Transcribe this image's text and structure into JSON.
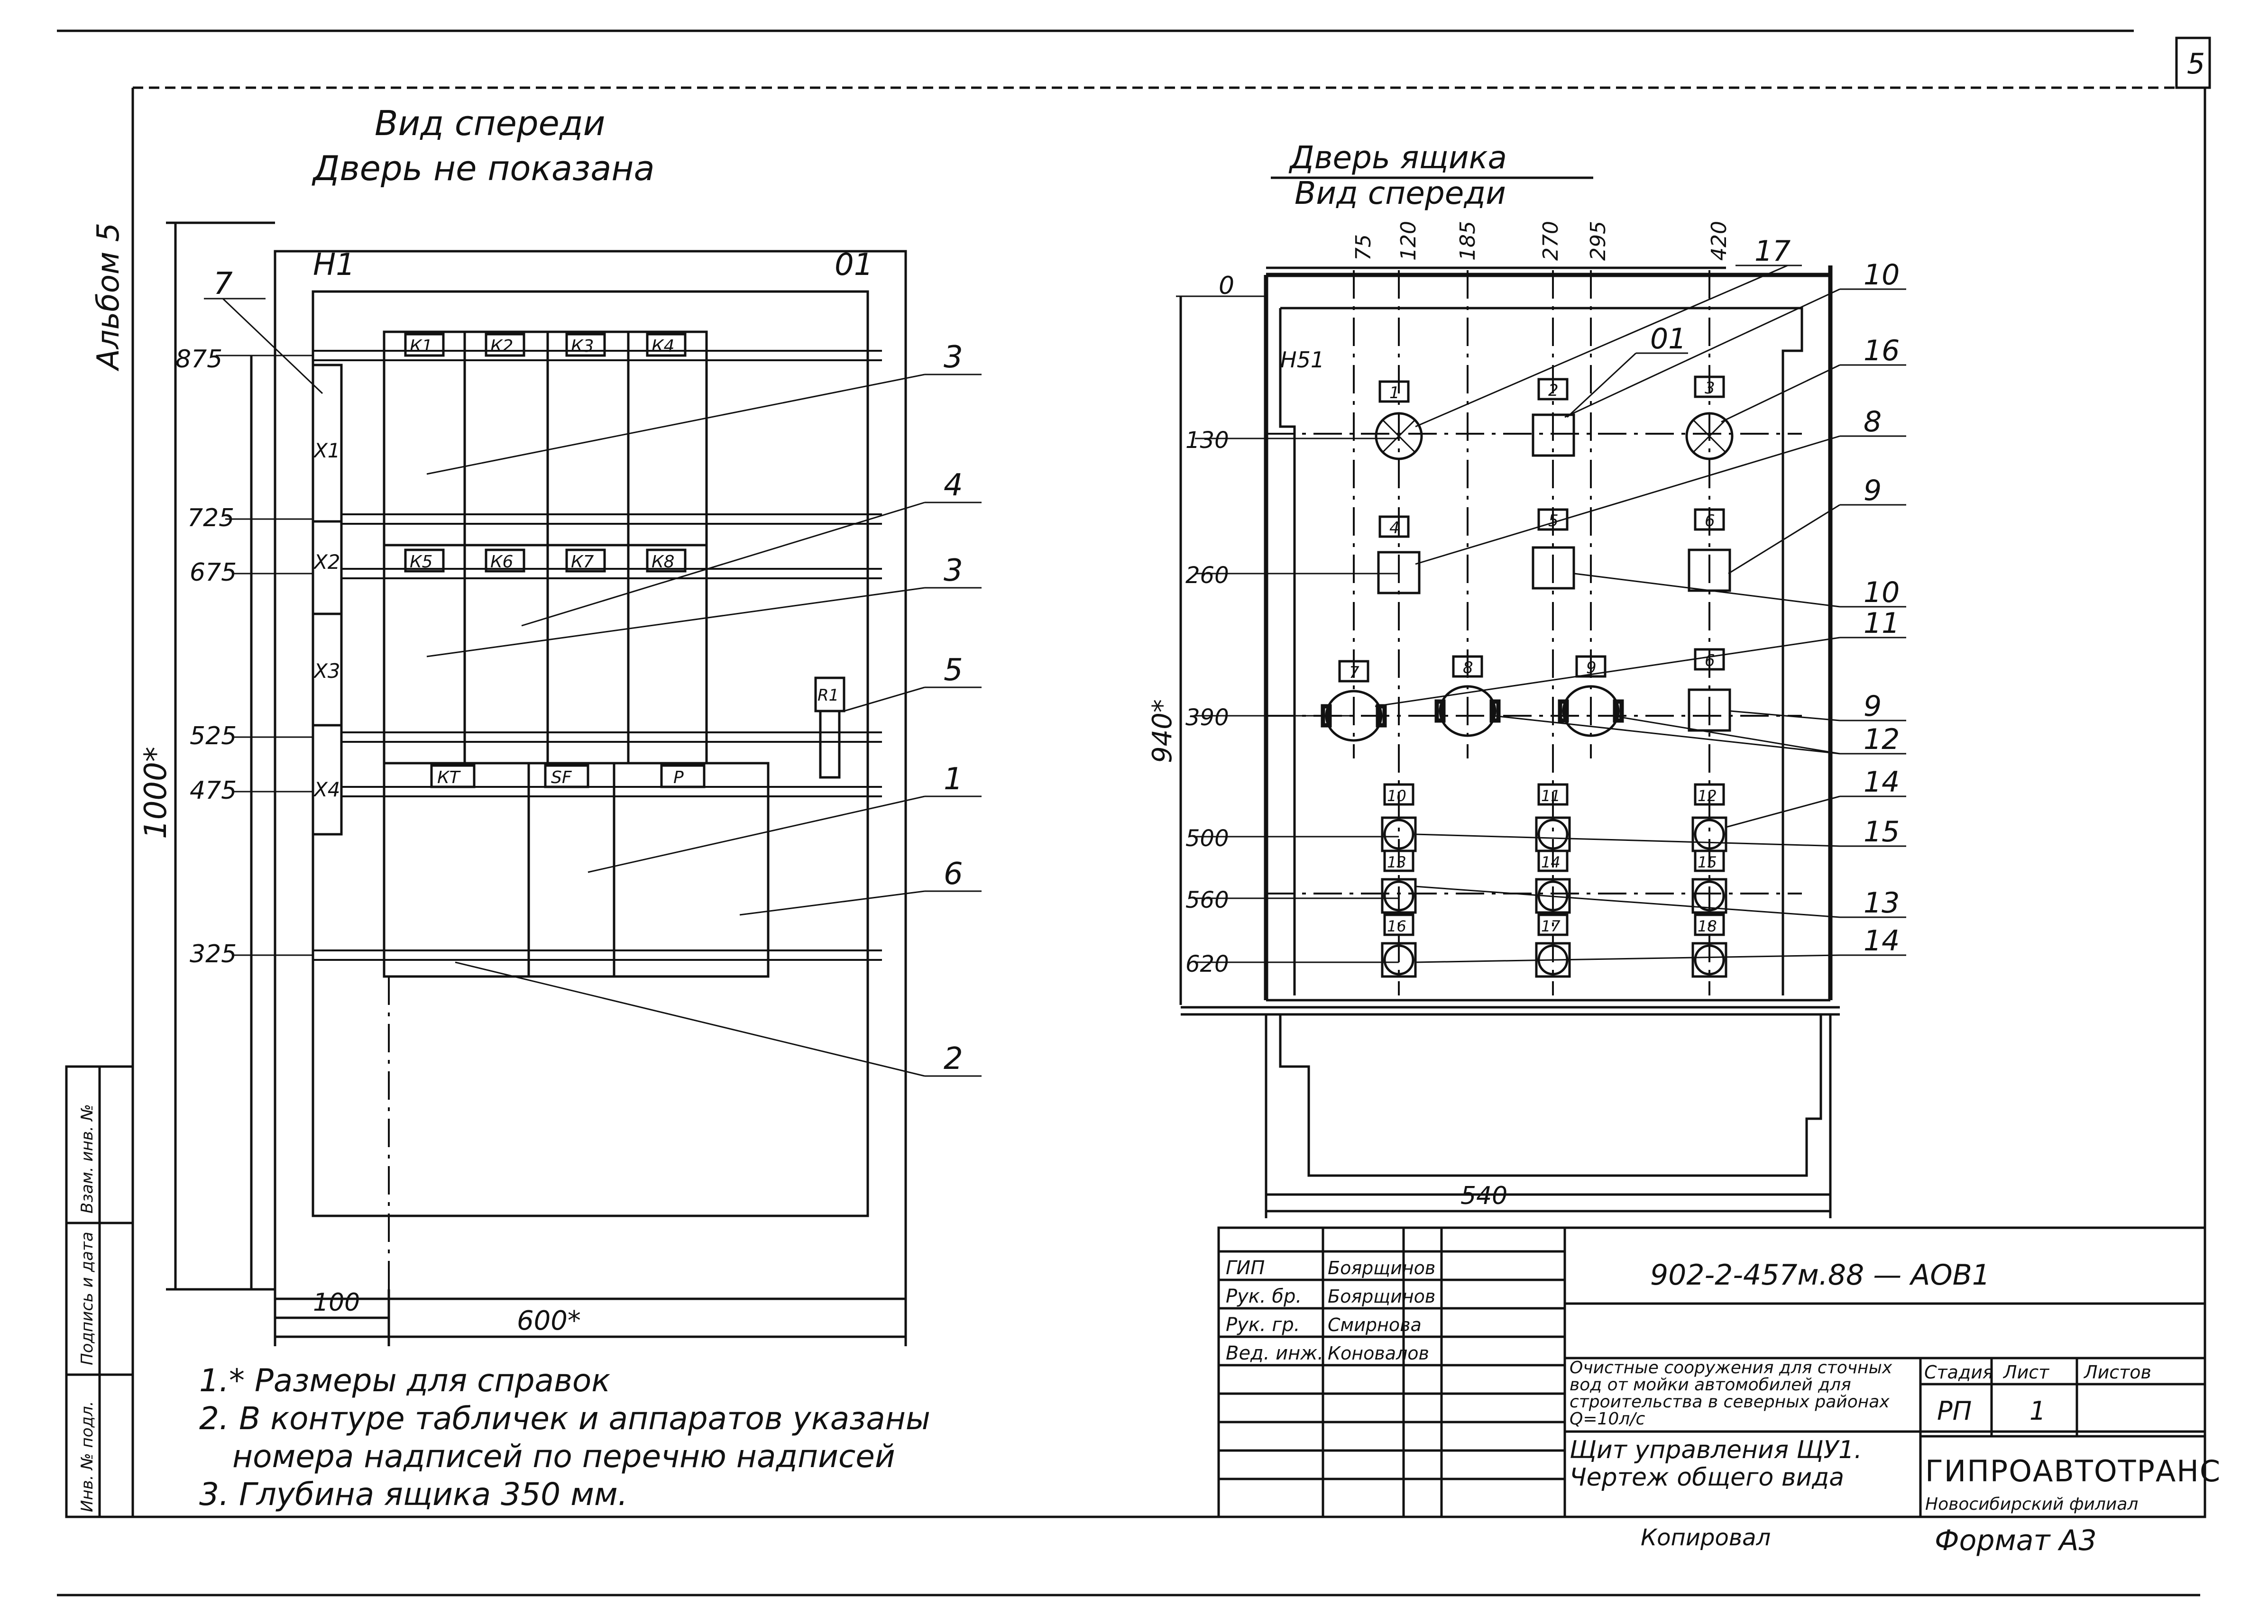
{
  "page_number": "5",
  "album_label": "Альбом 5",
  "left_view": {
    "title_line1": "Вид спереди",
    "title_line2": "Дверь не показана",
    "corner_left": "Н1",
    "corner_right": "01",
    "height_dims": [
      "875",
      "725",
      "675",
      "525",
      "475",
      "325"
    ],
    "overall_height": "1000*",
    "dim_100": "100",
    "overall_width": "600*",
    "terminals": [
      "X1",
      "X2",
      "X3",
      "X4"
    ],
    "relays_row1": [
      "К1",
      "К2",
      "К3",
      "К4"
    ],
    "relays_row2": [
      "К5",
      "К6",
      "К7",
      "К8"
    ],
    "devices": [
      "КТ",
      "SF",
      "Р"
    ],
    "r1": "R1",
    "callouts": [
      "7",
      "3",
      "4",
      "3",
      "5",
      "1",
      "6",
      "2"
    ]
  },
  "right_view": {
    "title_line1": "Дверь ящика",
    "title_line2": "Вид спереди",
    "top_dims": [
      "0",
      "75",
      "120",
      "185",
      "270",
      "295",
      "420"
    ],
    "side_dims": [
      "130",
      "260",
      "390",
      "500",
      "560",
      "620"
    ],
    "door_height": "940*",
    "door_width": "540",
    "corner_label": "Н51",
    "item_numbers": [
      "1",
      "2",
      "3",
      "4",
      "5",
      "6",
      "7",
      "8",
      "9",
      "6",
      "10",
      "11",
      "12",
      "13",
      "14",
      "15",
      "16",
      "17",
      "18"
    ],
    "callouts": [
      "17",
      "10",
      "01",
      "16",
      "8",
      "9",
      "10",
      "11",
      "9",
      "12",
      "14",
      "15",
      "13",
      "14"
    ]
  },
  "notes": [
    "1.* Размеры для справок",
    "2. В контуре табличек и аппаратов указаны",
    "номера надписей по перечню надписей",
    "3. Глубина ящика 350 мм."
  ],
  "left_margin_labels": [
    "Инв. № подл.",
    "Подпись и дата",
    "Взам. инв. №"
  ],
  "title_block": {
    "signers": [
      {
        "role": "ГИП",
        "name": "Боярщинов"
      },
      {
        "role": "Рук. бр.",
        "name": "Боярщинов"
      },
      {
        "role": "Рук. гр.",
        "name": "Смирнова"
      },
      {
        "role": "Вед. инж.",
        "name": "Коновалов"
      }
    ],
    "document_code": "902-2-457м.88 — АОВ1",
    "project_title": "Очистные сооружения для сточных вод от мойки автомобилей для строительства в северных районах Q=10л/с",
    "sheet_title": "Щит управления ЩУ1. Чертеж общего вида",
    "stage_label": "Стадия",
    "sheet_label": "Лист",
    "sheets_label": "Листов",
    "stage_value": "РП",
    "sheet_value": "1",
    "org_name": "ГИПРОАВТОТРАНС",
    "org_branch": "Новосибирский филиал",
    "copied_by": "Копировал",
    "format": "Формат А3"
  }
}
